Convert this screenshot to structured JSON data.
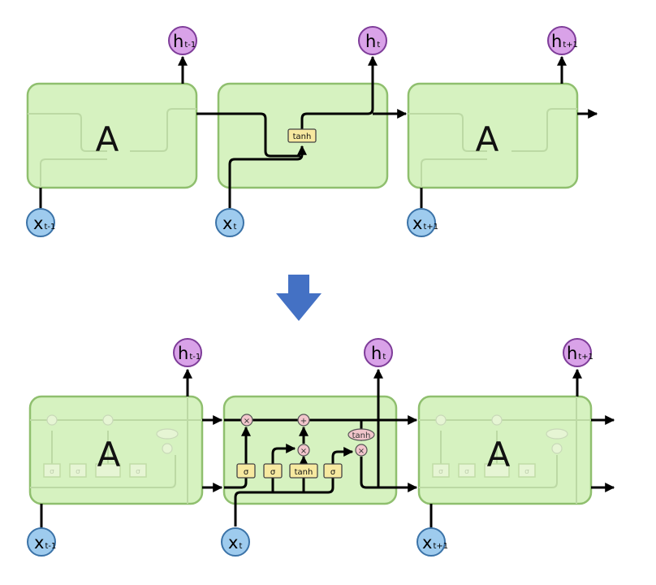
{
  "top": {
    "cell_labels": [
      "A",
      "A"
    ],
    "gate_label": "tanh"
  },
  "bottom": {
    "cell_labels": [
      "A",
      "A"
    ],
    "gates": [
      "σ",
      "σ",
      "tanh",
      "σ"
    ],
    "ops": [
      "×",
      "+",
      "×",
      "×"
    ],
    "op_tanh": "tanh"
  },
  "nodes": {
    "x": [
      "x",
      "x",
      "x"
    ],
    "x_sub": [
      "t-1",
      "t",
      "t+1"
    ],
    "h": [
      "h",
      "h",
      "h"
    ],
    "h_sub": [
      "t-1",
      "t",
      "t+1"
    ]
  },
  "colors": {
    "cell_fill": "#d6f2c0",
    "input_node": "#9ecbee",
    "output_node": "#d9a2e8",
    "gate": "#f7e9a0",
    "pointwise_op": "#f2c6cc",
    "transition_arrow": "#4471c4"
  }
}
